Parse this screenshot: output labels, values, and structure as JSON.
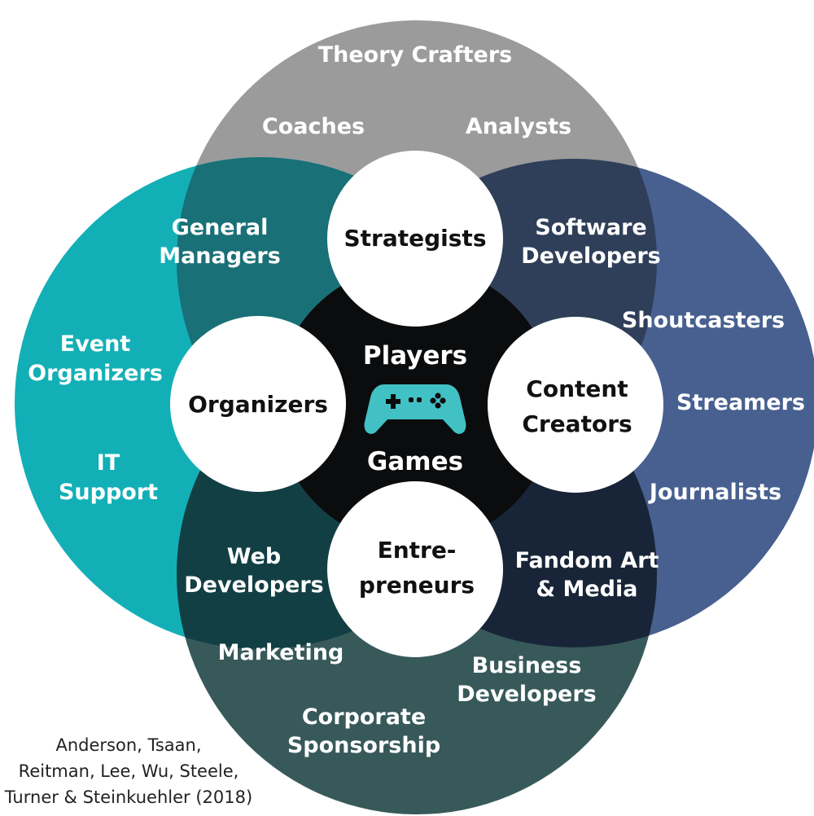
{
  "colors": {
    "strategy_circle": "#9b9b9b",
    "organizer_circle": "#12b0b6",
    "content_circle": "#47608f",
    "entrepreneur_circle": "#38595a",
    "center": "#0b0c0d",
    "role_circle": "#ffffff",
    "controller": "#42c1c5"
  },
  "center": {
    "top_label": "Players",
    "bottom_label": "Games",
    "icon": "gamepad-icon"
  },
  "roles": {
    "strategists": [
      "Strategists"
    ],
    "organizers": [
      "Organizers"
    ],
    "content_creators": [
      "Content",
      "Creators"
    ],
    "entrepreneurs": [
      "Entre-",
      "preneurs"
    ]
  },
  "labels": {
    "theory_crafters": [
      "Theory Crafters"
    ],
    "coaches": [
      "Coaches"
    ],
    "analysts": [
      "Analysts"
    ],
    "general_managers": [
      "General",
      "Managers"
    ],
    "software_developers": [
      "Software",
      "Developers"
    ],
    "event_organizers": [
      "Event",
      "Organizers"
    ],
    "it_support": [
      "IT",
      "Support"
    ],
    "shoutcasters": [
      "Shoutcasters"
    ],
    "streamers": [
      "Streamers"
    ],
    "journalists": [
      "Journalists"
    ],
    "web_developers": [
      "Web",
      "Developers"
    ],
    "fandom_art_media": [
      "Fandom Art",
      "& Media"
    ],
    "marketing": [
      "Marketing"
    ],
    "business_developers": [
      "Business",
      "Developers"
    ],
    "corporate_sponsorship": [
      "Corporate",
      "Sponsorship"
    ]
  },
  "citation": [
    "Anderson, Tsaan,",
    "Reitman, Lee, Wu, Steele,",
    "Turner & Steinkuehler (2018)"
  ]
}
